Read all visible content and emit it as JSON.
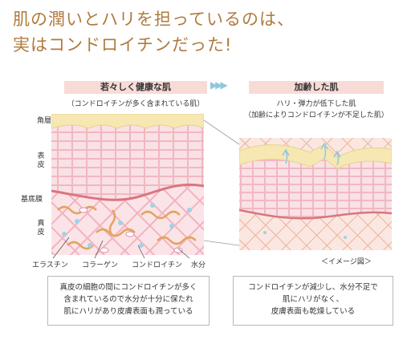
{
  "title": {
    "line1": "肌の潤いとハリを担っているのは、",
    "line2": "実はコンドロイチンだった!"
  },
  "left_panel": {
    "header": "若々しく健康な肌",
    "subheader": "（コンドロイチンが多く含まれている肌）",
    "side_labels": {
      "stratum_corneum": "角層",
      "epidermis": "表皮",
      "basement_membrane": "基底膜",
      "dermis": "真皮"
    },
    "legend": [
      "エラスチン",
      "コラーゲン",
      "コンドロイチン",
      "水分"
    ],
    "caption": [
      "真皮の細胞の間にコンドロイチンが多く",
      "含まれているので水分が十分に保たれ",
      "肌にハリがあり皮膚表面も潤っている"
    ]
  },
  "right_panel": {
    "header": "加齢した肌",
    "subheader_line1": "ハリ・弾力が低下した肌",
    "subheader_line2": "（加齢によりコンドロイチンが不足した肌）",
    "image_note": "＜イメージ図＞",
    "caption": [
      "コンドロイチンが減少し、水分不足で",
      "肌にハリがなく、",
      "皮膚表面も乾燥している"
    ]
  },
  "colors": {
    "title": "#b07a3d",
    "header_bg": "#f8dbd7",
    "stratum": "#f6e7b3",
    "epidermis": "#f9e3e6",
    "dermis": "#fbe3e6",
    "elastin": "#d98fa8",
    "collagen": "#e2a45e",
    "chondroitin_dot": "#9fd3e6",
    "arrow": "#8ec8dc"
  }
}
